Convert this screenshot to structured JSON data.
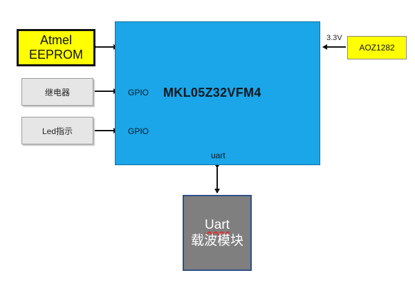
{
  "mcu": {
    "name": "MKL05Z32VFM4",
    "pin_gpio_relay": "GPIO",
    "pin_gpio_led": "GPIO",
    "pin_uart": "uart"
  },
  "eeprom": {
    "line1": "Atmel",
    "line2": "EEPROM"
  },
  "relay": {
    "label": "继电器"
  },
  "led": {
    "label": "Led指示"
  },
  "power": {
    "name": "AOZ1282",
    "voltage": "3.3V"
  },
  "uart_module": {
    "line1": "Uart",
    "line2": "载波模块"
  },
  "colors": {
    "mcu_fill": "#1aa6e8",
    "highlight_yellow": "#ffff00",
    "peripheral_gray": "#e6e6e6",
    "uart_module_fill": "#7f7f7f",
    "uart_module_border": "#2e4f8a"
  }
}
